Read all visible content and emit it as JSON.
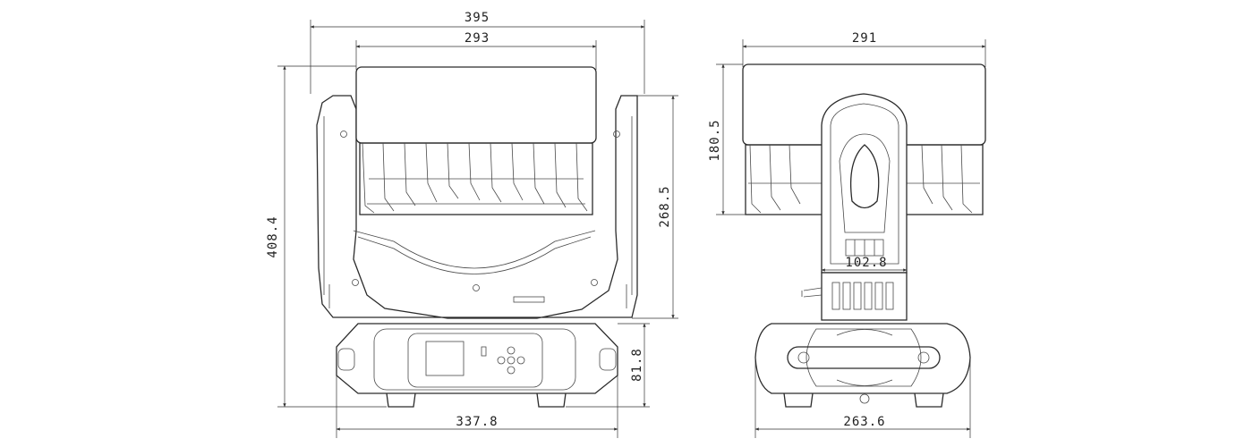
{
  "dimensions": {
    "front": {
      "overall_width": "395",
      "head_width": "293",
      "overall_height": "408.4",
      "yoke_height": "268.5",
      "base_height": "81.8",
      "base_width": "337.8"
    },
    "side": {
      "head_depth": "291",
      "head_height": "180.5",
      "arm_width": "102.8",
      "base_depth": "263.6"
    }
  }
}
